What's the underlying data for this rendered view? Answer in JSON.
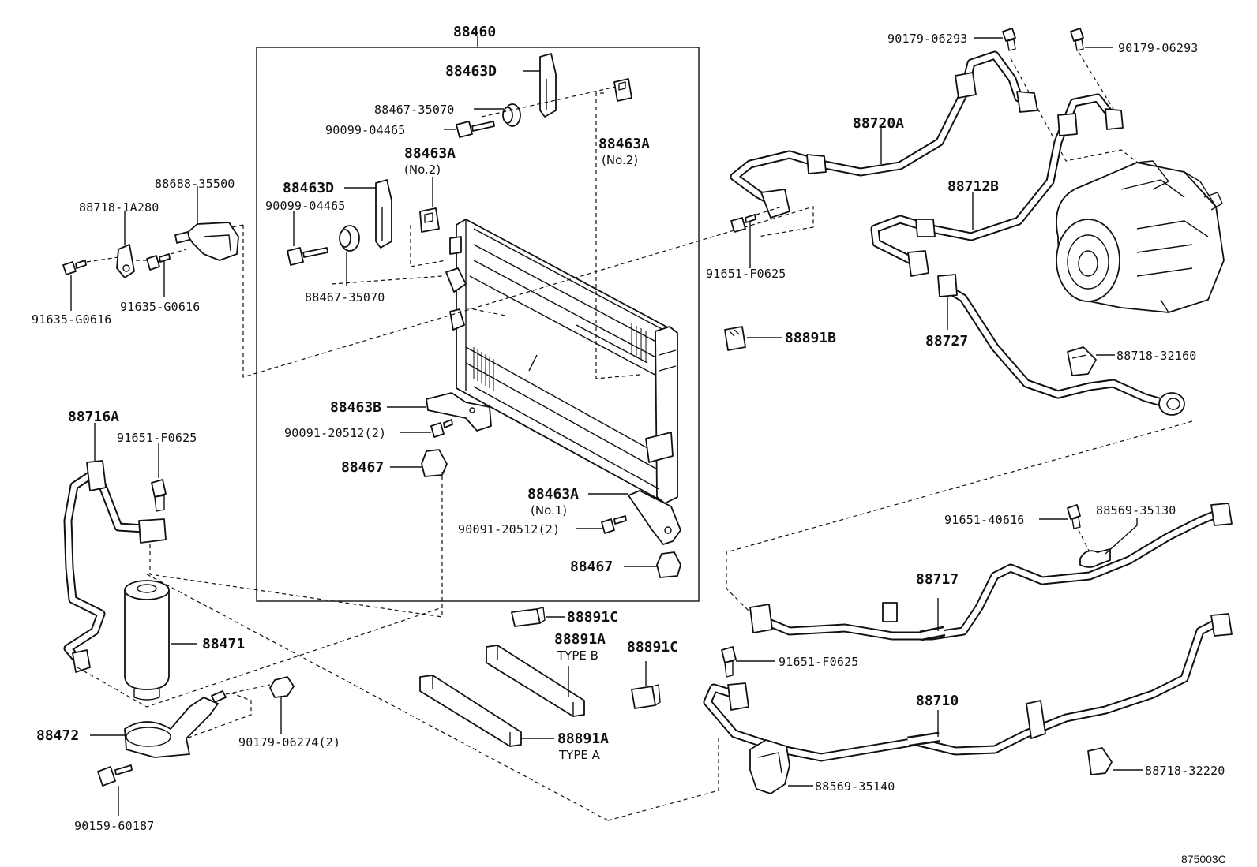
{
  "diagram": {
    "ref_code": "875003C",
    "labels": {
      "88460": "88460",
      "88463D_top": "88463D",
      "88467_35070_top": "88467-35070",
      "90099_04465_top": "90099-04465",
      "88463A_no2_left": "88463A",
      "no2_left": "(No.2)",
      "88463A_no2_right": "88463A",
      "no2_right": "(No.2)",
      "88463D_mid": "88463D",
      "90099_04465_mid": "90099-04465",
      "88467_35070_mid": "88467-35070",
      "88688_35500": "88688-35500",
      "88718_1A280": "88718-1A280",
      "91635_G0616_a": "91635-G0616",
      "91635_G0616_b": "91635-G0616",
      "88463B": "88463B",
      "90091_20512_a": "90091-20512(2)",
      "88467_a": "88467",
      "88463A_no1": "88463A",
      "no1": "(No.1)",
      "90091_20512_b": "90091-20512(2)",
      "88467_b": "88467",
      "88716A": "88716A",
      "91651_F0625_left": "91651-F0625",
      "88471": "88471",
      "88472": "88472",
      "90179_06274": "90179-06274(2)",
      "90159_60187": "90159-60187",
      "88891C_a": "88891C",
      "88891A_b": "88891A",
      "type_b": "TYPE B",
      "88891C_b": "88891C",
      "88891A_a": "88891A",
      "type_a": "TYPE A",
      "90179_06293_a": "90179-06293",
      "90179_06293_b": "90179-06293",
      "88720A": "88720A",
      "88712B": "88712B",
      "91651_F0625_top": "91651-F0625",
      "88891B": "88891B",
      "88727": "88727",
      "88718_32160": "88718-32160",
      "91651_40616": "91651-40616",
      "88569_35130": "88569-35130",
      "88717": "88717",
      "91651_F0625_bottom": "91651-F0625",
      "88710": "88710",
      "88569_35140": "88569-35140",
      "88718_32220": "88718-32220"
    }
  }
}
